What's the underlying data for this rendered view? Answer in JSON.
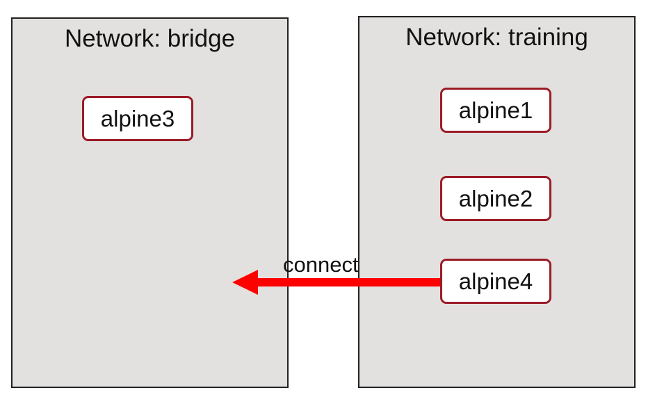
{
  "networks": {
    "bridge": {
      "title": "Network: bridge"
    },
    "training": {
      "title": "Network: training"
    }
  },
  "containers": {
    "alpine3": "alpine3",
    "alpine1": "alpine1",
    "alpine2": "alpine2",
    "alpine4": "alpine4"
  },
  "arrow": {
    "label": "connect",
    "color": "#ff0000"
  },
  "colors": {
    "network_fill": "#e3e1df",
    "container_border": "#9b1b27"
  }
}
